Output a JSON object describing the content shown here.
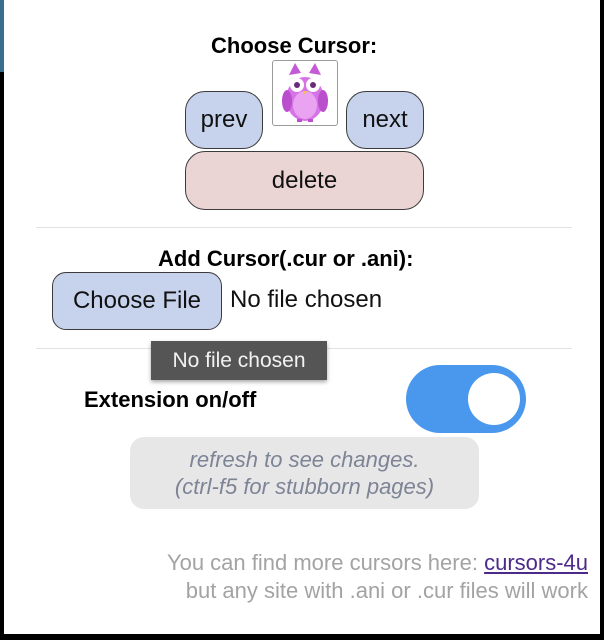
{
  "choose_cursor": {
    "heading": "Choose Cursor:",
    "prev_label": "prev",
    "next_label": "next",
    "delete_label": "delete",
    "preview_icon": "purple-owl-cursor"
  },
  "add_cursor": {
    "heading": "Add Cursor(.cur or .ani):",
    "choose_file_label": "Choose File",
    "file_status": "No file chosen",
    "tooltip": "No file chosen"
  },
  "extension": {
    "label": "Extension on/off",
    "enabled": true,
    "toggle_color": "#4a98ee"
  },
  "refresh_note": {
    "line1": "refresh to see changes.",
    "line2": "(ctrl-f5 for stubborn pages)"
  },
  "footer": {
    "line1_prefix": "You can find more cursors here: ",
    "link_text": "cursors-4u",
    "line2": "but any site with .ani or .cur files will work"
  }
}
